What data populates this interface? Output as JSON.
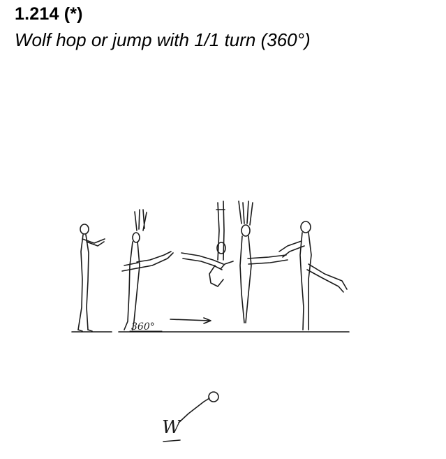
{
  "element": {
    "code": "1.214 (*)",
    "title": "Wolf hop or jump with 1/1 turn (360°)"
  },
  "figure": {
    "turn_label": "360°",
    "symbol_letter": "W"
  }
}
